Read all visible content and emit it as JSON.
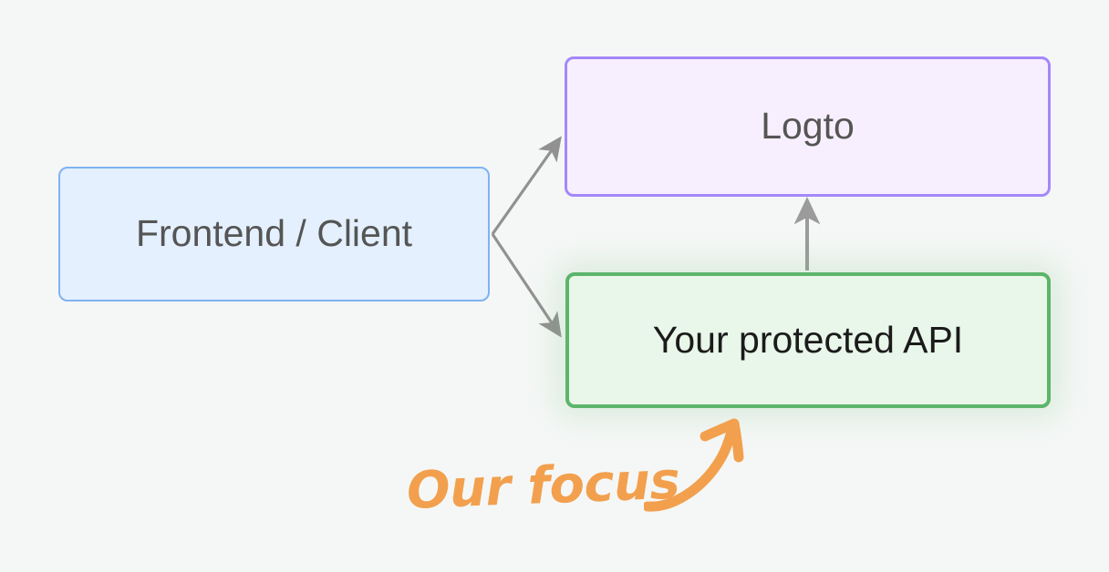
{
  "diagram": {
    "title": "Frontend client, Logto and protected API relationship",
    "background_color": "#f5f7f6",
    "nodes": [
      {
        "id": "frontend",
        "label": "Frontend / Client",
        "fill": "#e4f0fd",
        "border": "#7fb2f2",
        "text_color": "#555555"
      },
      {
        "id": "logto",
        "label": "Logto",
        "fill": "#f7effd",
        "border": "#a488fb",
        "text_color": "#555555"
      },
      {
        "id": "api",
        "label": "Your protected API",
        "fill": "#e9f6ea",
        "border": "#5cb56a",
        "text_color": "#1b1b1b"
      }
    ],
    "edges": [
      {
        "id": "frontend-to-logto",
        "from": "frontend",
        "to": "logto",
        "label": "",
        "color": "#919191"
      },
      {
        "id": "frontend-to-api",
        "from": "frontend",
        "to": "api",
        "label": "",
        "color": "#919191"
      },
      {
        "id": "api-to-logto",
        "from": "api",
        "to": "logto",
        "label": "",
        "color": "#9b9b9b"
      }
    ],
    "annotation": {
      "text": "Our focus",
      "color": "#f2a04e",
      "points_to": "api"
    }
  }
}
